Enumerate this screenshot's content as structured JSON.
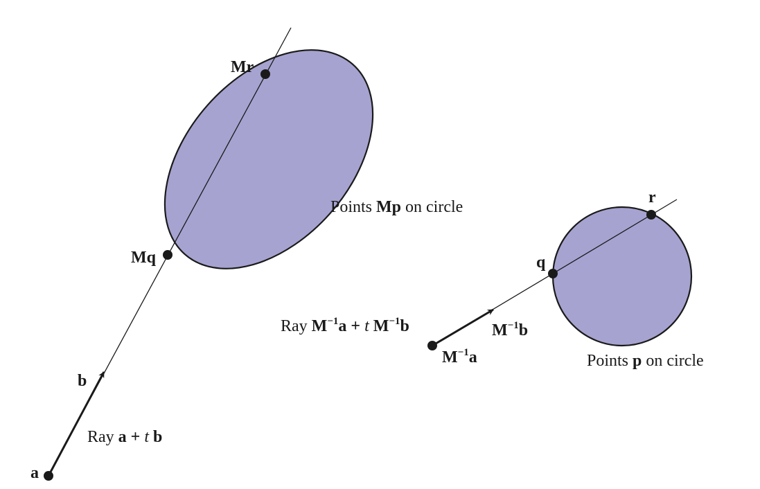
{
  "ellipse_panel": {
    "shape_label": {
      "prefix": "Points ",
      "bold": "Mp",
      "suffix": " on circle"
    },
    "point_r": "Mr",
    "point_q": "Mq",
    "direction": "b",
    "origin": "a",
    "ray_label": {
      "prefix": "Ray ",
      "a": "a",
      "plus": " + ",
      "t": "t",
      "b": " b"
    }
  },
  "circle_panel": {
    "shape_label": {
      "prefix": "Points ",
      "bold": "p",
      "suffix": " on circle"
    },
    "point_r": "r",
    "point_q": "q",
    "direction": {
      "base": "M",
      "exp": "−1",
      "vec": "b"
    },
    "origin": {
      "base": "M",
      "exp": "−1",
      "vec": "a"
    },
    "ray_label": {
      "prefix": "Ray ",
      "m1": "M",
      "e1": "−1",
      "v1": "a",
      "plus": " + ",
      "t": "t",
      "space": " ",
      "m2": "M",
      "e2": "−1",
      "v2": "b"
    }
  },
  "colors": {
    "fill": "#a6a3d1",
    "stroke": "#1a1a1a"
  }
}
